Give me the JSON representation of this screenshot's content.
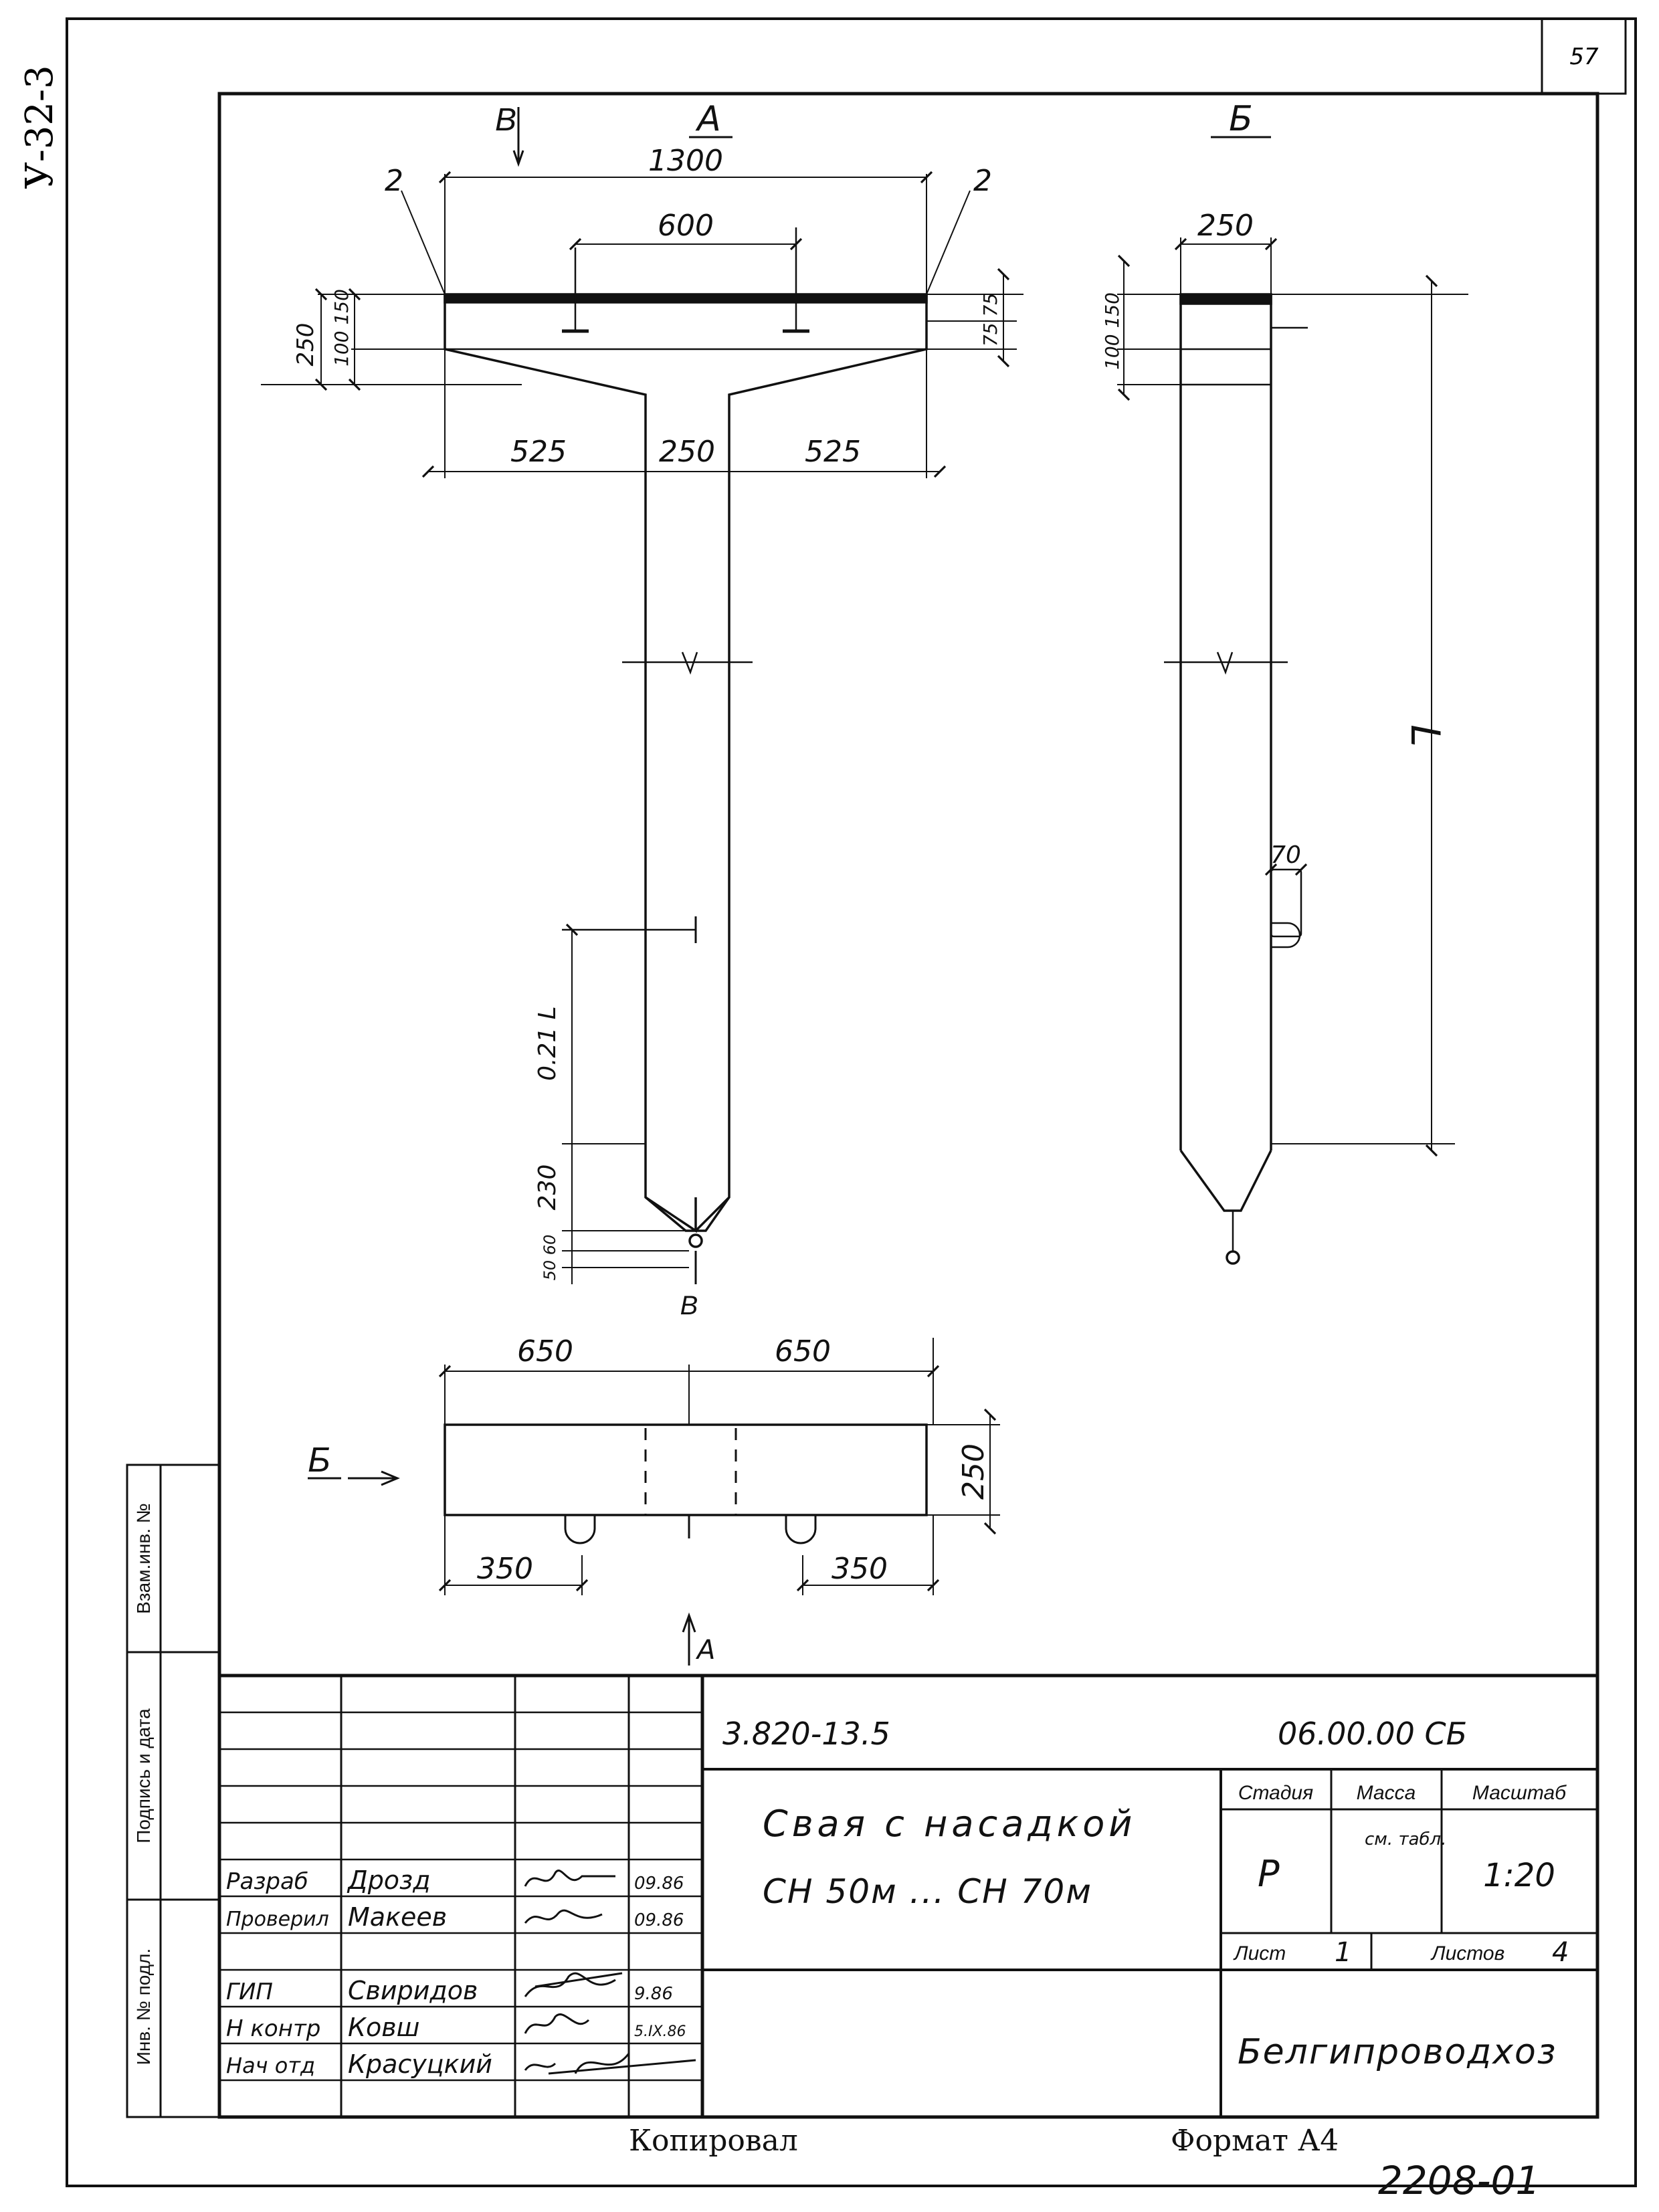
{
  "sheet_code": "У-32-3",
  "page_number": "57",
  "view_labels": {
    "a": "А",
    "b": "Б",
    "v": "В",
    "arrow_b": "Б",
    "arrow_a": "А",
    "arrow_v_top": "В",
    "arrow_v_bottom": "В"
  },
  "callouts": {
    "left": "2",
    "right": "2"
  },
  "dims_view_a": {
    "top_width": "1300",
    "inner_width": "600",
    "left_cant": "525",
    "shaft": "250",
    "right_cant": "525",
    "head_height": "250",
    "head_parts": "100 150",
    "right_parts": "75 75",
    "tip_upper": "0.21 L",
    "tip_lower": "230",
    "tip_small": "50 60"
  },
  "dims_view_b": {
    "width": "250",
    "head_parts": "100 150",
    "length": "L",
    "lug": "70"
  },
  "dims_plan": {
    "left_half": "650",
    "right_half": "650",
    "depth": "250",
    "left_lug": "350",
    "right_lug": "350"
  },
  "side_strip": {
    "col1": "Инв. № подл.",
    "col2": "Подпись и дата",
    "col3": "Взам.инв. №"
  },
  "title_block": {
    "doc_series": "3.820-13.5",
    "doc_code": "06.00.00 СБ",
    "title_line1": "Свая с насадкой",
    "title_line2": "СН 50м ... СН 70м",
    "hdr_stage": "Стадия",
    "hdr_mass": "Масса",
    "hdr_scale": "Масштаб",
    "stage": "Р",
    "mass": "см. табл.",
    "scale": "1:20",
    "sheet_label": "Лист",
    "sheet_no": "1",
    "sheets_label": "Листов",
    "sheets_total": "4",
    "org": "Белгипроводхоз",
    "rows": [
      {
        "role": "Разраб",
        "name": "Дрозд",
        "date": "09.86"
      },
      {
        "role": "Проверил",
        "name": "Макеев",
        "date": "09.86"
      },
      {
        "role": "",
        "name": "",
        "date": ""
      },
      {
        "role": "ГИП",
        "name": "Свиридов",
        "date": "9.86"
      },
      {
        "role": "Н контр",
        "name": "Ковш",
        "date": "5.IX.86"
      },
      {
        "role": "Нач отд",
        "name": "Красуцкий",
        "date": ""
      }
    ]
  },
  "footer": {
    "copied": "Копировал",
    "format": "Формат А4",
    "archive": "2208-01"
  }
}
